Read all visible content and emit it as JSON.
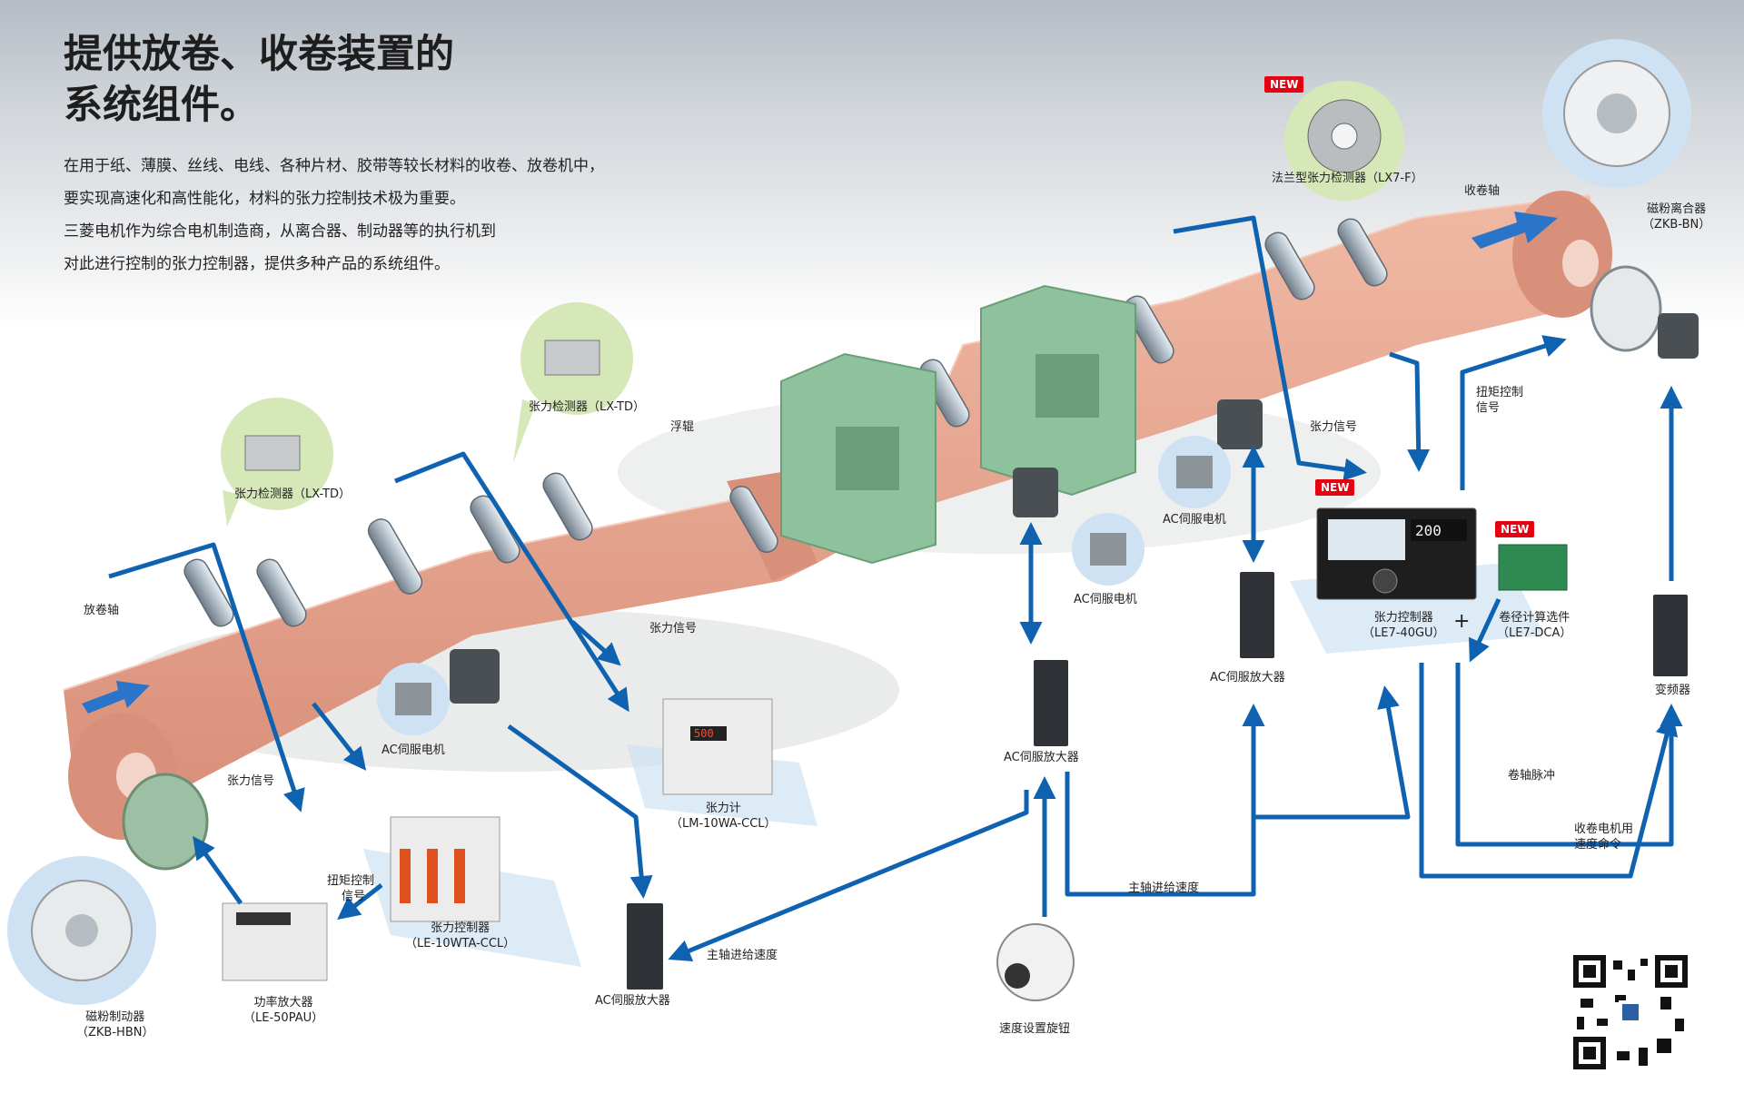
{
  "title": {
    "line1": "提供放卷、收卷装置的",
    "line2": "系统组件。"
  },
  "intro": [
    "在用于纸、薄膜、丝线、电线、各种片材、胶带等较长材料的收卷、放卷机中，",
    "要实现高速化和高性能化，材料的张力控制技术极为重要。",
    "三菱电机作为综合电机制造商，从离合器、制动器等的执行机到",
    "对此进行控制的张力控制器，提供多种产品的系统组件。"
  ],
  "badges": {
    "new": "NEW"
  },
  "labels": {
    "unwind_shaft": "放卷轴",
    "wind_shaft": "收卷轴",
    "float_roller": "浮辊",
    "tension_signal_1": "张力信号",
    "tension_signal_2": "张力信号",
    "tension_signal_3": "张力信号",
    "torque_signal_l1": "扭矩控制",
    "torque_signal_l2": "信号",
    "torque_signal_r1": "扭矩控制",
    "torque_signal_r2": "信号",
    "spindle_speed_1": "主轴进给速度",
    "spindle_speed_2": "主轴进给速度",
    "reel_pulse": "卷轴脉冲",
    "wind_motor_cmd_1": "收卷电机用",
    "wind_motor_cmd_2": "速度命令",
    "speed_knob": "速度设置旋钮",
    "plus": "+"
  },
  "components": {
    "powder_brake": {
      "name": "磁粉制动器",
      "model": "（ZKB-HBN）"
    },
    "power_amp": {
      "name": "功率放大器",
      "model": "（LE-50PAU）"
    },
    "tension_ctrl_left": {
      "name": "张力控制器",
      "model": "（LE-10WTA-CCL）"
    },
    "tension_detector_1": {
      "name": "张力检测器（LX-TD）"
    },
    "tension_detector_2": {
      "name": "张力检测器（LX-TD）"
    },
    "tension_meter": {
      "name": "张力计",
      "model": "（LM-10WA-CCL）"
    },
    "servo_motor_1": {
      "name": "AC伺服电机"
    },
    "servo_motor_2": {
      "name": "AC伺服电机"
    },
    "servo_motor_3": {
      "name": "AC伺服电机"
    },
    "servo_amp_1": {
      "name": "AC伺服放大器"
    },
    "servo_amp_2": {
      "name": "AC伺服放大器"
    },
    "servo_amp_3": {
      "name": "AC伺服放大器"
    },
    "flange_detector": {
      "name": "法兰型张力检测器（LX7-F）"
    },
    "tension_ctrl_main": {
      "name": "张力控制器",
      "model": "（LE7-40GU）",
      "display": "200"
    },
    "reel_calc_option": {
      "name": "卷径计算选件",
      "model": "（LE7-DCA）"
    },
    "powder_clutch": {
      "name": "磁粉离合器",
      "model": "（ZKB-BN）"
    },
    "inverter": {
      "name": "变频器"
    },
    "meter_display": "500"
  },
  "colors": {
    "web": "#e8a58e",
    "frame": "#8ec29c",
    "arrow": "#0f62b0",
    "bubble": "#d6e8b8",
    "circle_blue": "#cfe2f3"
  }
}
